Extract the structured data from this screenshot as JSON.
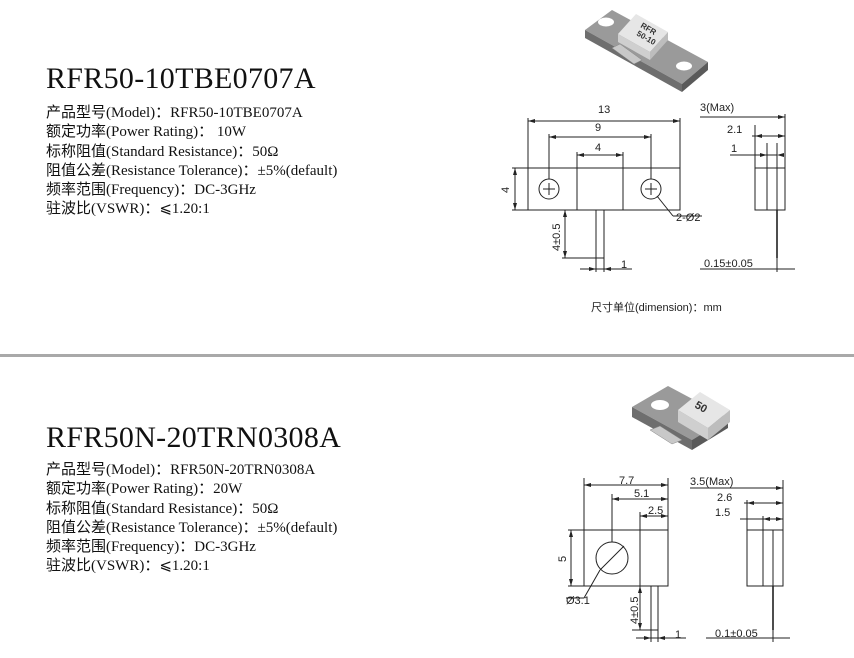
{
  "products": [
    {
      "title": "RFR50-10TBE0707A",
      "specs": [
        "产品型号(Model)：RFR50-10TBE0707A",
        "额定功率(Power Rating)：  10W",
        "标称阻值(Standard Resistance)：50Ω",
        "阻值公差(Resistance Tolerance)：±5%(default)",
        "频率范围(Frequency)：DC-3GHz",
        "驻波比(VSWR)：⩽1.20:1"
      ],
      "chip_label_line1": "RFR",
      "chip_label_line2": "50-10",
      "dims": {
        "overall": "13",
        "hole_spacing": "9",
        "body_width": "4",
        "height": "4",
        "lead_length": "4±0.5",
        "lead_width": "1",
        "holes": "2-Ø2",
        "max_thickness": "3(Max)",
        "t1": "2.1",
        "t2": "1",
        "lead_thickness": "0.15±0.05"
      },
      "unit_note": "尺寸单位(dimension)：mm"
    },
    {
      "title": "RFR50N-20TRN0308A",
      "specs": [
        "产品型号(Model)：RFR50N-20TRN0308A",
        "额定功率(Power Rating)：20W",
        "标称阻值(Standard Resistance)：50Ω",
        "阻值公差(Resistance Tolerance)：±5%(default)",
        "频率范围(Frequency)：DC-3GHz",
        "驻波比(VSWR)：⩽1.20:1"
      ],
      "chip_label": "50",
      "dims": {
        "overall": "7.7",
        "d1": "5.1",
        "d2": "2.5",
        "height": "5",
        "hole": "Ø3.1",
        "lead_length": "4±0.5",
        "lead_width": "1",
        "max_thickness": "3.5(Max)",
        "t1": "2.6",
        "t2": "1.5",
        "lead_thickness": "0.1±0.05"
      }
    }
  ]
}
